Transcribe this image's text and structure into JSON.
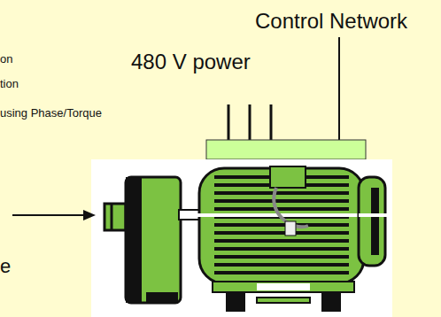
{
  "diagram": {
    "labels": [
      "Control Network",
      "on",
      "480 V power",
      "tion",
      "using Phase/Torque",
      "e"
    ]
  }
}
